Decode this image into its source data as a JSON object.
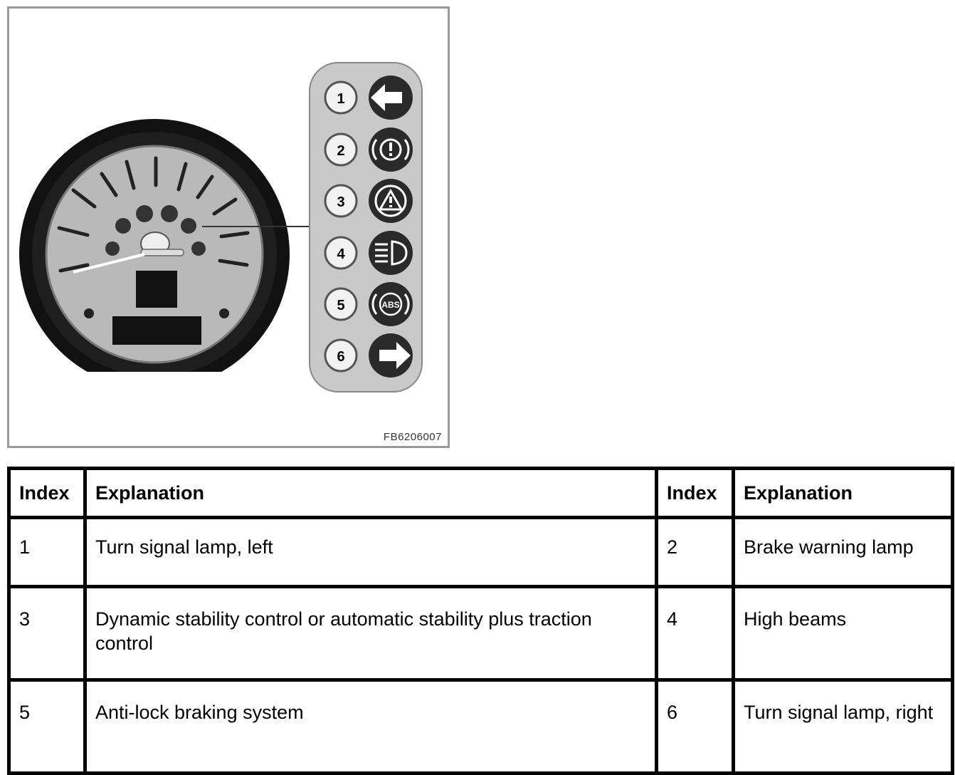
{
  "figure": {
    "id": "FB6206007",
    "indicators": [
      {
        "index": "1",
        "icon": "arrow-left-icon"
      },
      {
        "index": "2",
        "icon": "brake-warning-icon"
      },
      {
        "index": "3",
        "icon": "stability-control-icon"
      },
      {
        "index": "4",
        "icon": "high-beam-icon"
      },
      {
        "index": "5",
        "icon": "abs-icon",
        "text": "ABS"
      },
      {
        "index": "6",
        "icon": "arrow-right-icon"
      }
    ]
  },
  "table": {
    "headers": [
      "Index",
      "Explanation",
      "Index",
      "Explanation"
    ],
    "rows": [
      [
        "1",
        "Turn signal lamp, left",
        "2",
        "Brake warning lamp"
      ],
      [
        "3",
        "Dynamic stability control or automatic stability plus traction control",
        "4",
        "High beams"
      ],
      [
        "5",
        "Anti-lock braking system",
        "6",
        "Turn signal lamp, right"
      ]
    ]
  }
}
